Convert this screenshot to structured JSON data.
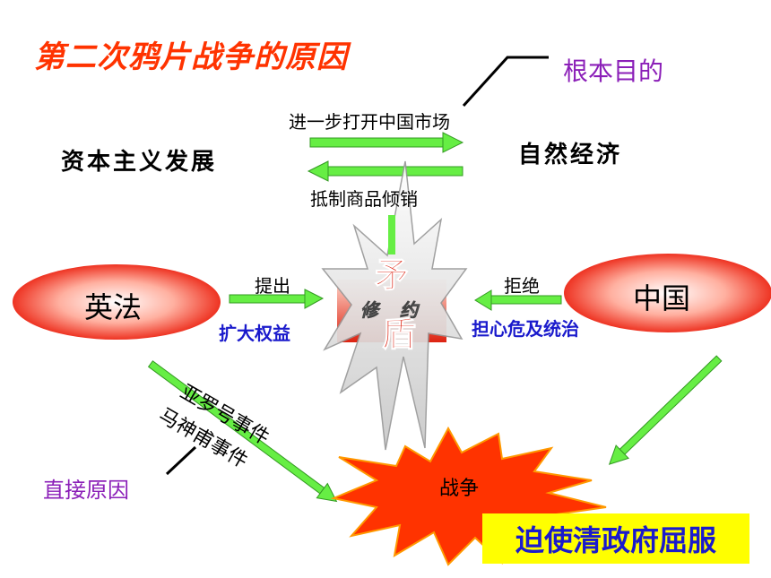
{
  "title": "第二次鸦片战争的原因",
  "root_purpose": "根本目的",
  "top": {
    "capitalism": "资本主义发展",
    "natural_economy": "自然经济",
    "open_market": "进一步打开中国市场",
    "resist_dumping": "抵制商品倾销"
  },
  "middle": {
    "britain_france": "英法",
    "china": "中国",
    "propose": "提出",
    "reject": "拒绝",
    "expand_rights": "扩大权益",
    "fear_rule": "担心危及统治",
    "contradiction_chars": [
      "矛",
      "盾"
    ],
    "revise_chars": [
      "修",
      "约"
    ]
  },
  "bottom": {
    "arrow_incident": "亚罗号事件",
    "ma_shenfu_incident": "马神甫事件",
    "direct_cause": "直接原因",
    "war": "战争",
    "result": "迫使清政府屈服"
  },
  "colors": {
    "title": "#ff3300",
    "purple": "#8b1fb8",
    "blue": "#1a1acc",
    "arrow_green": "#66ee44",
    "ellipse_red": "#ee3322",
    "result_bg": "#ffff00"
  }
}
